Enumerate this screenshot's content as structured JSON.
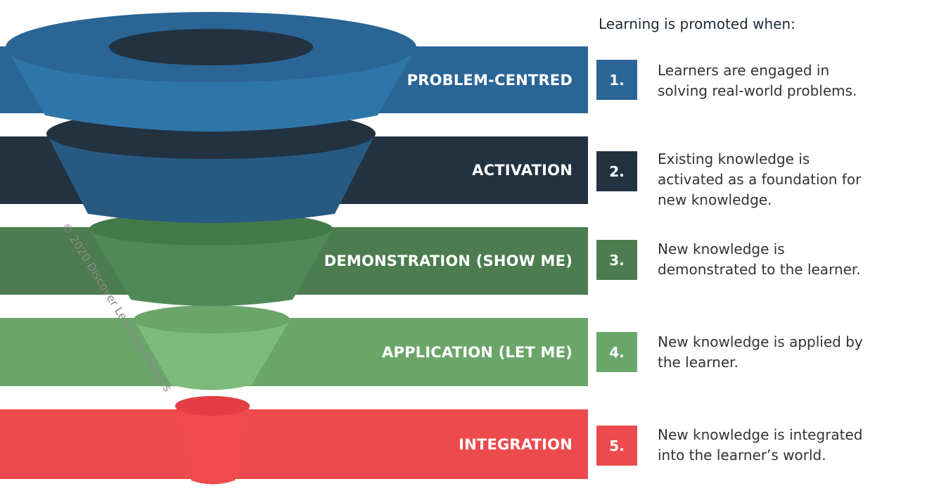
{
  "heading": "Learning is promoted when:",
  "copyright": "© 2020 Discover Learning Designs",
  "colors": {
    "problem": "#2a6596",
    "activation": "#223241",
    "demonstration": "#4c7c4f",
    "application": "#6aa56a",
    "integration": "#ec4a4d"
  },
  "stages": [
    {
      "label": "PROBLEM-CENTRED",
      "number": "1.",
      "description": [
        "Learners are engaged in",
        "solving real-world problems."
      ],
      "color": "#2a6596"
    },
    {
      "label": "ACTIVATION",
      "number": "2.",
      "description": [
        "Existing knowledge is",
        "activated as a foundation for",
        "new knowledge."
      ],
      "color": "#223241"
    },
    {
      "label": "DEMONSTRATION (SHOW ME)",
      "number": "3.",
      "description": [
        "New knowledge is",
        "demonstrated to the learner."
      ],
      "color": "#4c7c4f"
    },
    {
      "label": "APPLICATION (LET ME)",
      "number": "4.",
      "description": [
        "New knowledge is applied by",
        "the learner."
      ],
      "color": "#6aa56a"
    },
    {
      "label": "INTEGRATION",
      "number": "5.",
      "description": [
        "New knowledge is integrated",
        "into the learner’s world."
      ],
      "color": "#ec4a4d"
    }
  ]
}
